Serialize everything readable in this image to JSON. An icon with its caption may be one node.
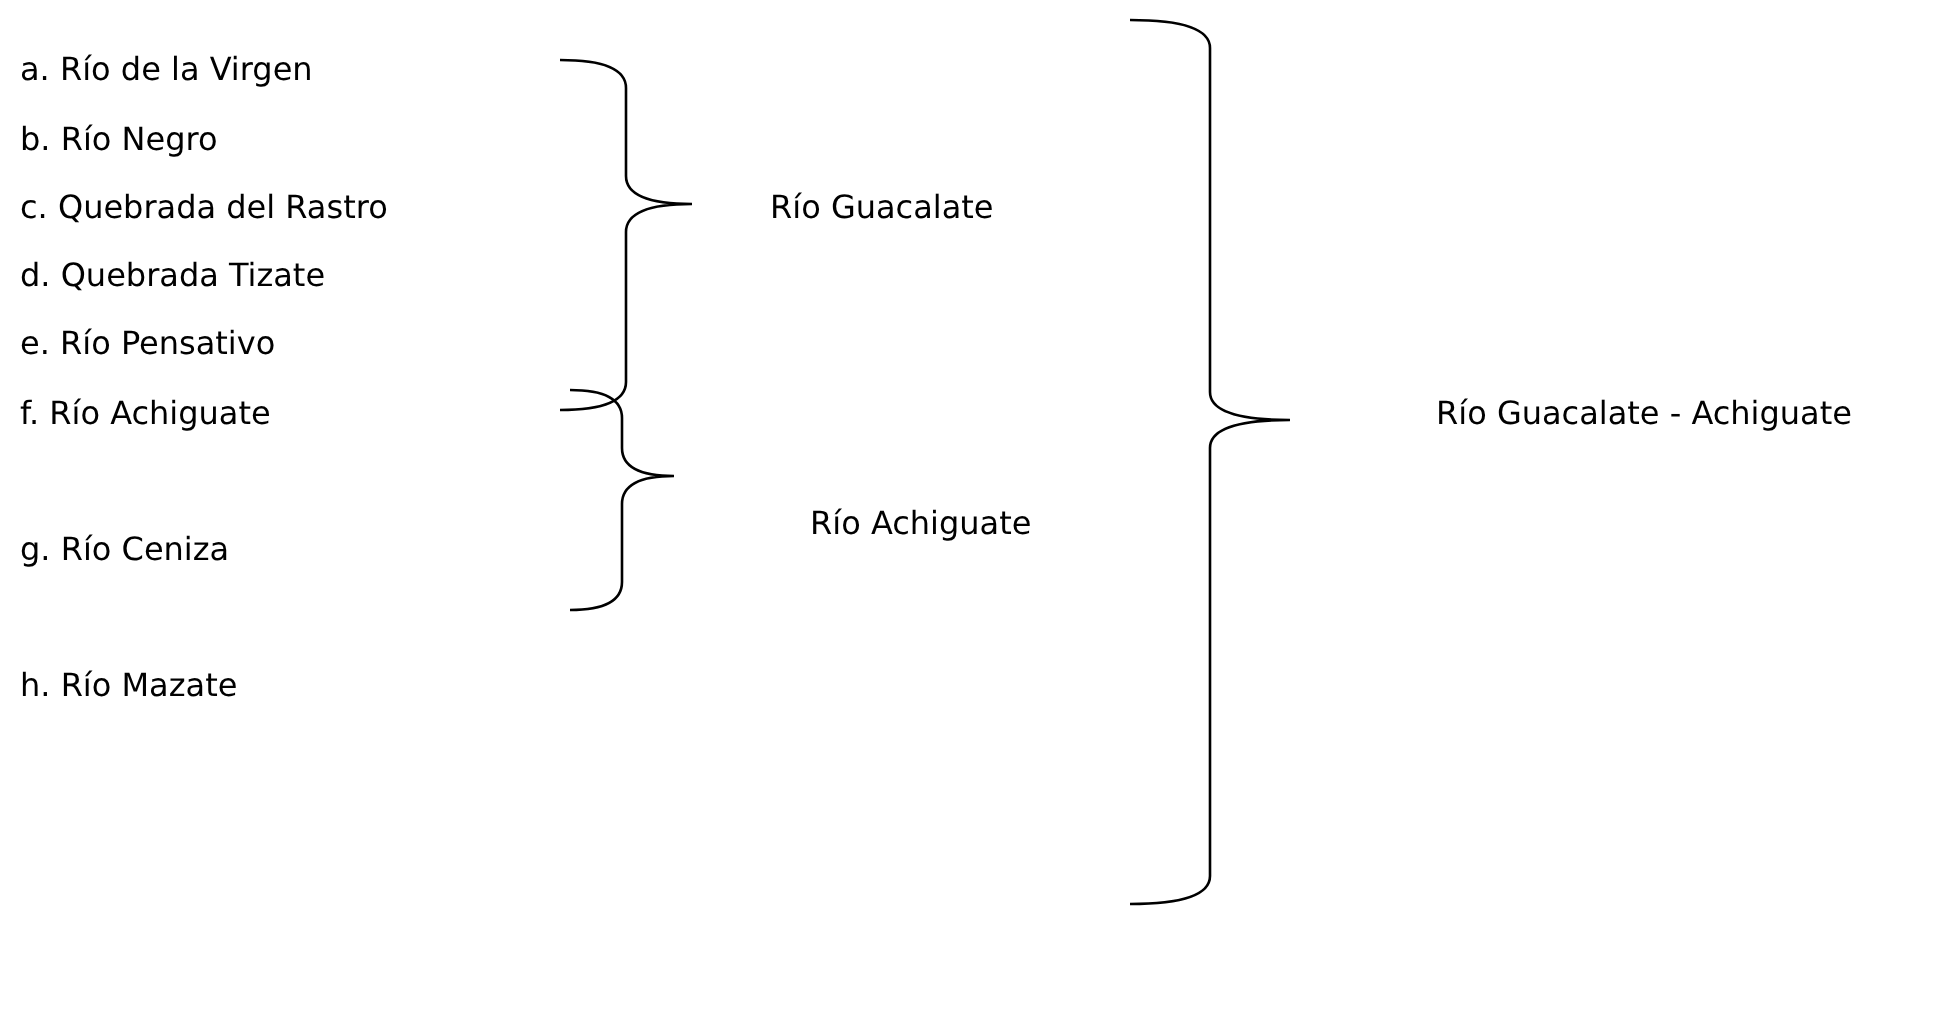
{
  "diagram": {
    "labels": [
      "a. Río de la Virgen",
      "b. Río Negro",
      "c. Quebrada del Rastro",
      "Río Guacalate",
      "d. Quebrada Tizate",
      "e. Río Pensativo",
      "f. Río Achiguate",
      "Río Guacalate - Achiguate",
      "Río Achiguate",
      "g. Río Ceniza",
      "h. Río Mazate"
    ]
  }
}
